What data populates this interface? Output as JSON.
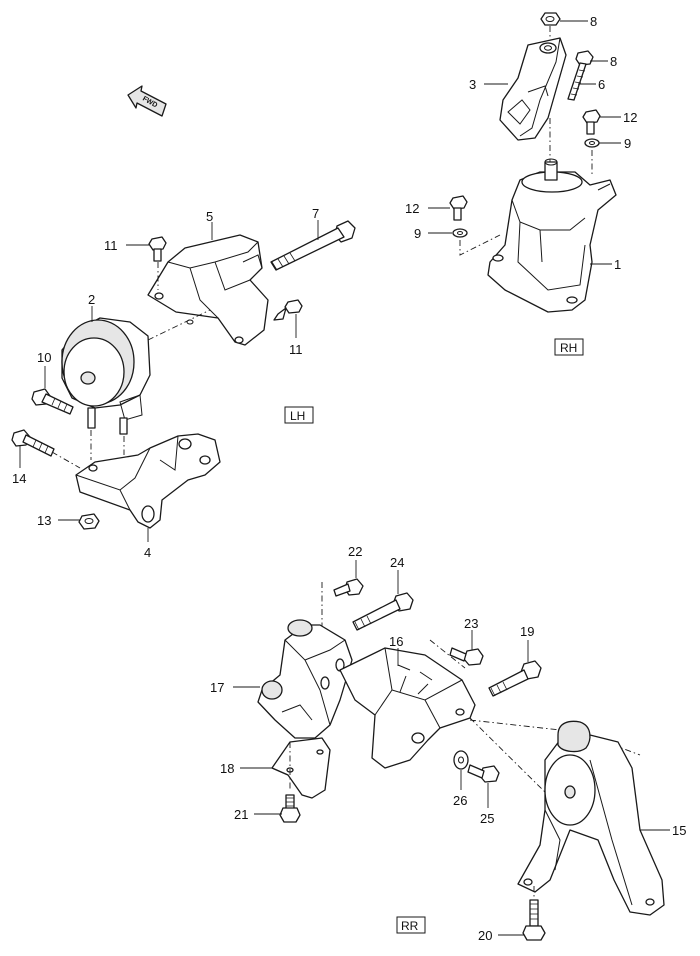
{
  "direction_badge": {
    "text": "FWD"
  },
  "sections": {
    "rh": "RH",
    "lh": "LH",
    "rr": "RR"
  },
  "callouts": {
    "p1": "1",
    "p2": "2",
    "p3": "3",
    "p4": "4",
    "p5": "5",
    "p6": "6",
    "p7": "7",
    "p8a": "8",
    "p8b": "8",
    "p9a": "9",
    "p9b": "9",
    "p10": "10",
    "p11a": "11",
    "p11b": "11",
    "p12a": "12",
    "p12b": "12",
    "p13": "13",
    "p14": "14",
    "p15": "15",
    "p16": "16",
    "p17": "17",
    "p18": "18",
    "p19": "19",
    "p20": "20",
    "p21": "21",
    "p22": "22",
    "p23": "23",
    "p24": "24",
    "p25": "25",
    "p26": "26"
  }
}
